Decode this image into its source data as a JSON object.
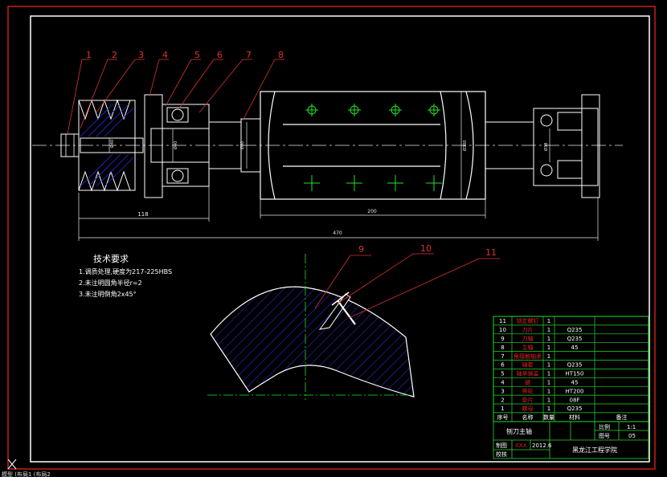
{
  "colors": {
    "background": "#000000",
    "frame": "#c81e1e",
    "outline": "#ffffff",
    "leader": "#d83232",
    "centerline": "#e8e8e8",
    "dimension": "#e8e8e8",
    "hatch": "#2a2ad8",
    "table": "#28d828",
    "cross": "#22e022",
    "name_text": "#e02020"
  },
  "part_numbers": [
    "1",
    "2",
    "3",
    "4",
    "5",
    "6",
    "7",
    "8"
  ],
  "section_numbers": [
    "9",
    "10",
    "11"
  ],
  "dimensions": {
    "d118": "118",
    "d470": "470",
    "d200": "200",
    "phi_pulley": "Ø40",
    "phi_hub": "Ø40",
    "phi_shaft": "Ø80",
    "phi_drum": "Ø300",
    "phi_end": "Ø38"
  },
  "tech": {
    "title": "技术要求",
    "lines": [
      "1.调质处理,硬度为217-225HBS",
      "2.未注明圆角半径r=2",
      "3.未注明倒角2x45°"
    ]
  },
  "bom": [
    {
      "no": "11",
      "name": "锁定螺钉",
      "qty": "1",
      "mat": ""
    },
    {
      "no": "10",
      "name": "刀片",
      "qty": "1",
      "mat": "Q235"
    },
    {
      "no": "9",
      "name": "刀轴",
      "qty": "1",
      "mat": "Q235"
    },
    {
      "no": "8",
      "name": "主轴",
      "qty": "1",
      "mat": "45"
    },
    {
      "no": "7",
      "name": "角接触轴承",
      "qty": "1",
      "mat": ""
    },
    {
      "no": "6",
      "name": "轴套",
      "qty": "1",
      "mat": "Q235"
    },
    {
      "no": "5",
      "name": "轴承端盖",
      "qty": "1",
      "mat": "HT150"
    },
    {
      "no": "4",
      "name": "键",
      "qty": "1",
      "mat": "45"
    },
    {
      "no": "3",
      "name": "带轮",
      "qty": "1",
      "mat": "HT200"
    },
    {
      "no": "2",
      "name": "垫片",
      "qty": "1",
      "mat": "08F"
    },
    {
      "no": "1",
      "name": "螺母",
      "qty": "1",
      "mat": "Q235"
    }
  ],
  "bom_header": {
    "no": "序号",
    "name": "名称",
    "qty": "数量",
    "mat": "材料",
    "note": "备注"
  },
  "title_block": {
    "drawing_name": "刨刀主轴",
    "scale_label": "比例",
    "scale_value": "1:1",
    "sheet_label": "图号",
    "sheet_value": "05",
    "drawn_label": "制图",
    "drawn_name": "XXX",
    "date": "2012.6",
    "check_label": "校核",
    "school": "黑龙江工程学院"
  },
  "status_bar": {
    "text": "模型 (布局1 (布局2"
  }
}
